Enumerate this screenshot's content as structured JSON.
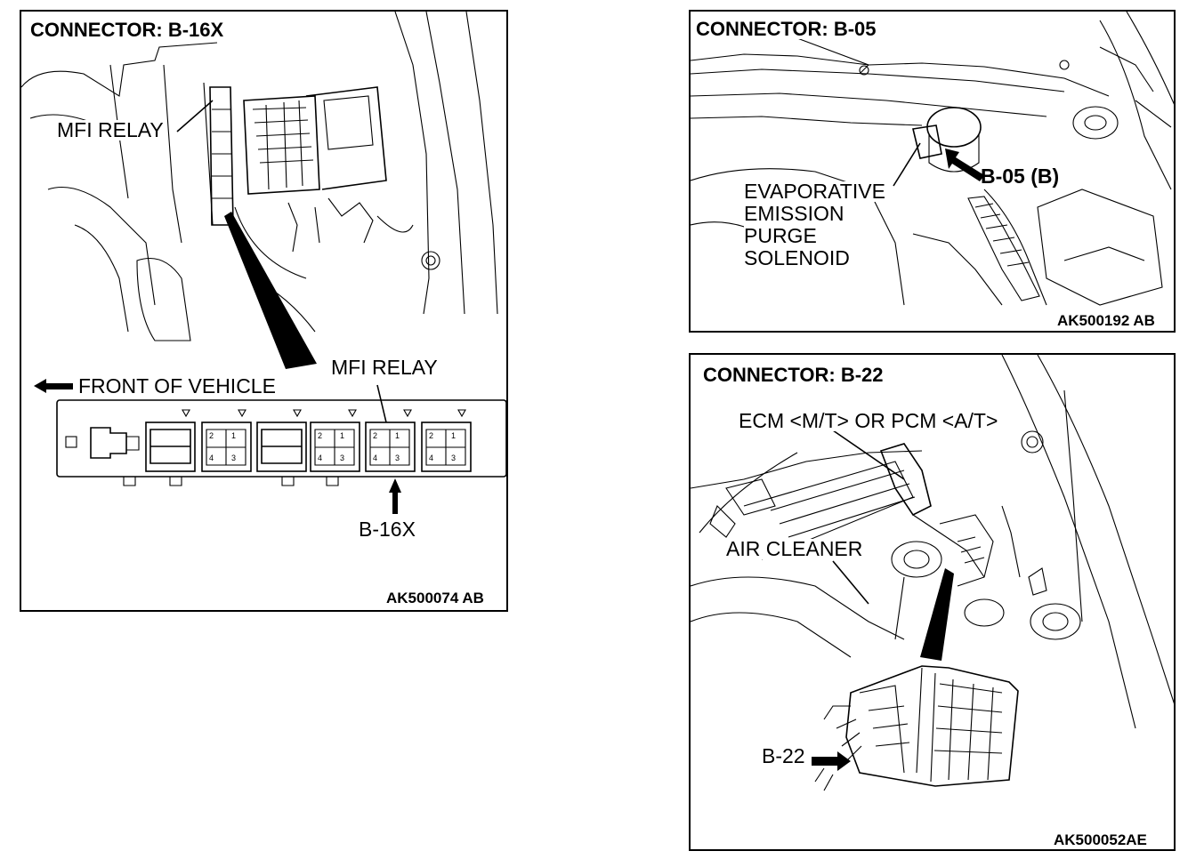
{
  "panels": {
    "b16x": {
      "title": "CONNECTOR: B-16X",
      "mfi_relay_top": "MFI RELAY",
      "mfi_relay_bottom": "MFI RELAY",
      "front_of_vehicle": "FRONT OF VEHICLE",
      "connector_ref": "B-16X",
      "code": "AK500074 AB",
      "pins": [
        "2",
        "1",
        "4",
        "3"
      ]
    },
    "b05": {
      "title": "CONNECTOR: B-05",
      "connector_ref": "B-05 (B)",
      "component_lines": [
        "EVAPORATIVE",
        "EMISSION",
        "PURGE",
        "SOLENOID"
      ],
      "code": "AK500192 AB"
    },
    "b22": {
      "title": "CONNECTOR: B-22",
      "ecm_label": "ECM <M/T> OR PCM <A/T>",
      "air_cleaner": "AIR CLEANER",
      "connector_ref": "B-22",
      "code": "AK500052AE"
    }
  }
}
